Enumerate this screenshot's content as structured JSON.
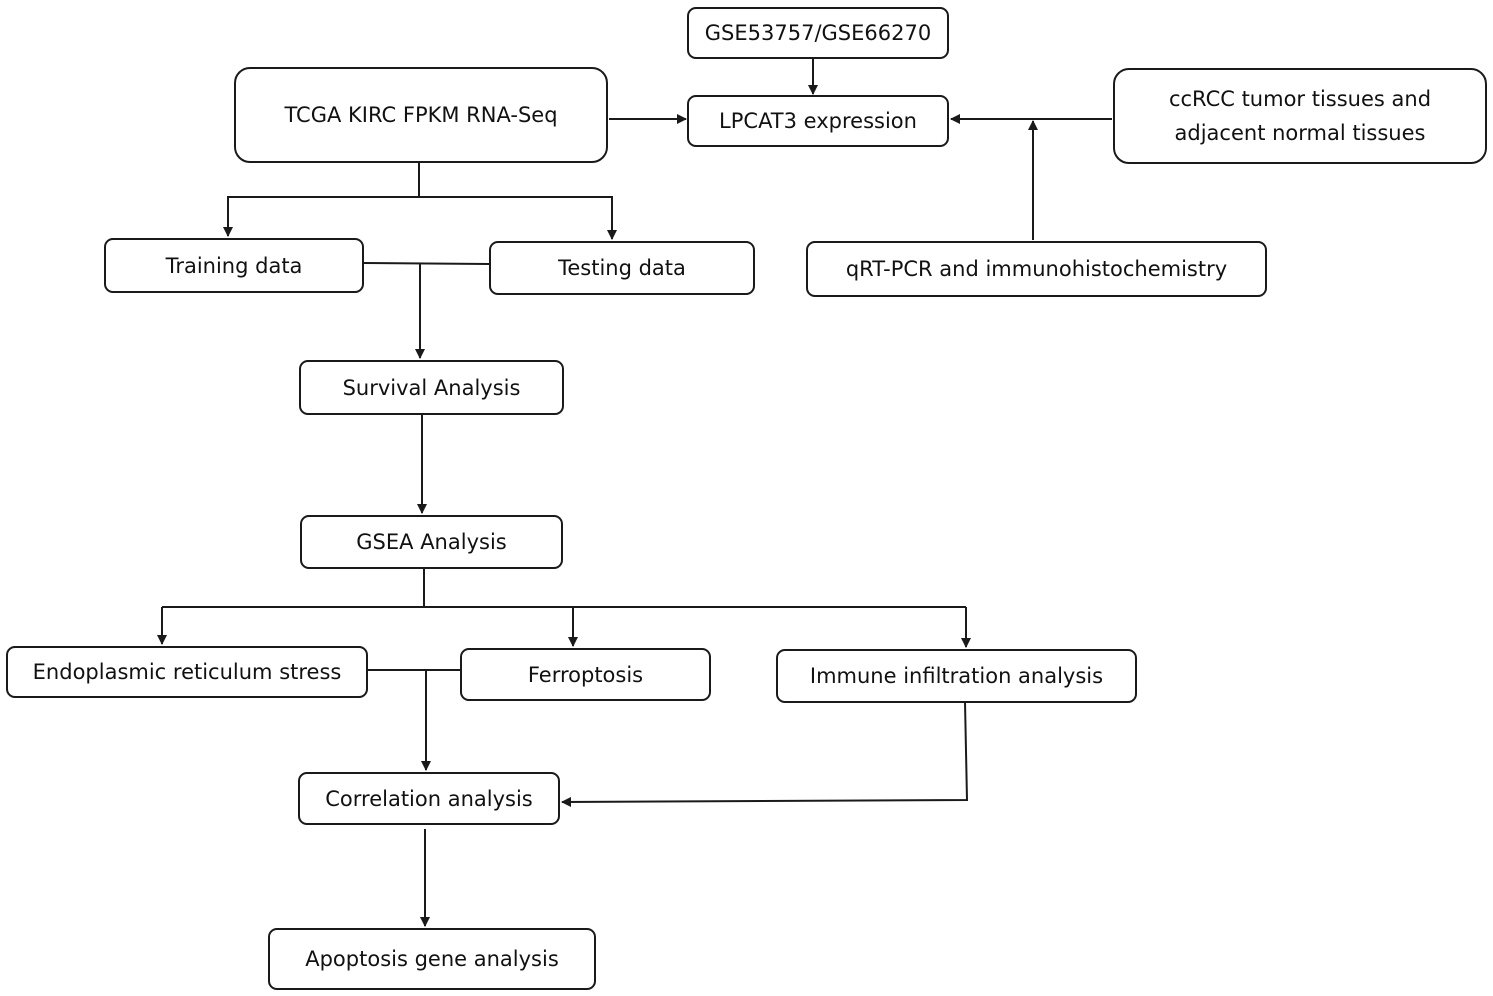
{
  "nodes": {
    "gse": "GSE53757/GSE66270",
    "tcga": "TCGA KIRC FPKM RNA-Seq",
    "lpcat3": "LPCAT3 expression",
    "ccrcc_line1": "ccRCC tumor tissues and",
    "ccrcc_line2": "adjacent normal tissues",
    "training": "Training data",
    "testing": "Testing data",
    "qrt": "qRT-PCR and immunohistochemistry",
    "survival": "Survival Analysis",
    "gsea": "GSEA Analysis",
    "er_stress": "Endoplasmic reticulum stress",
    "ferroptosis": "Ferroptosis",
    "immune": "Immune infiltration analysis",
    "correlation": "Correlation analysis",
    "apoptosis": "Apoptosis gene analysis"
  },
  "colors": {
    "stroke": "#1a1a1a",
    "background": "#ffffff",
    "text": "#111111"
  }
}
